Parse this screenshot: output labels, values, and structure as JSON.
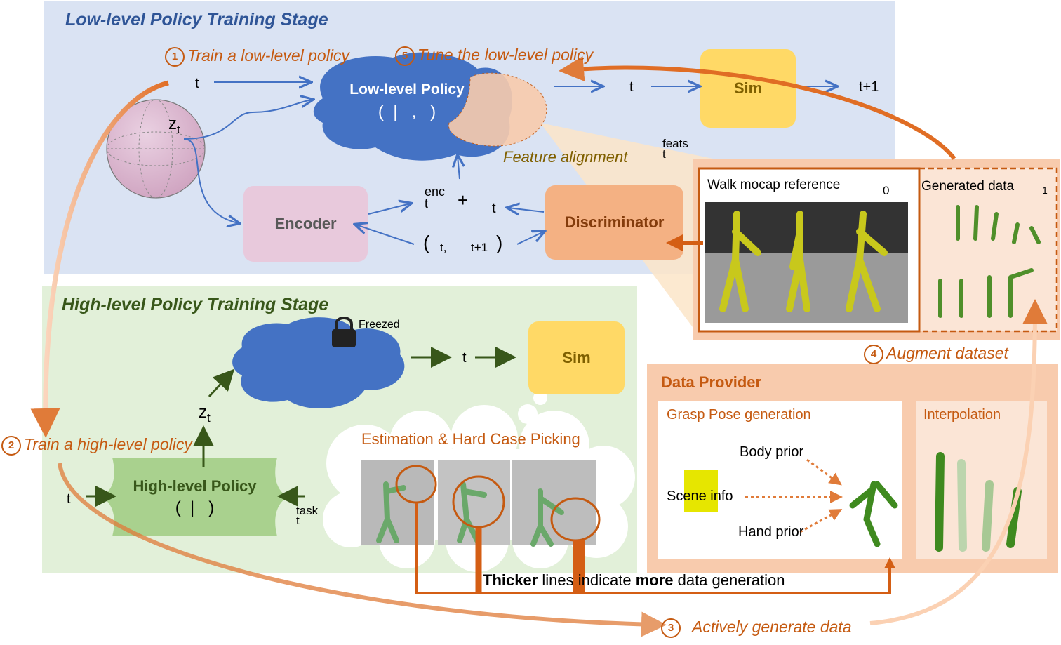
{
  "low_stage": {
    "title": "Low-level Policy Training Stage",
    "color": "#2f5597"
  },
  "high_stage": {
    "title": "High-level Policy Training Stage",
    "color": "#38571a"
  },
  "steps": {
    "s1": {
      "num": "1",
      "label": "Train a low-level policy"
    },
    "s2": {
      "num": "2",
      "label": "Train a high-level policy"
    },
    "s3": {
      "num": "3",
      "label": "Actively generate data"
    },
    "s4": {
      "num": "4",
      "label": "Augment dataset"
    },
    "s5": {
      "num": "5",
      "label": "Tune the low-level policy"
    }
  },
  "low": {
    "policy_title": "Low-level Policy",
    "policy_args": "(  |   ,   )",
    "sim": "Sim",
    "encoder": "Encoder",
    "discriminator": "Discriminator",
    "feature_alignment": "Feature alignment",
    "latent": "z",
    "latent_sub": "t",
    "t_in": "t",
    "t_out": "t",
    "t_next": "t+1",
    "feats_sup": "feats",
    "feats_sub": "t",
    "enc_sup": "enc",
    "enc_sub": "t",
    "plus": "+",
    "plus_t": "t",
    "pair_open": "(",
    "pair_t": "t,",
    "pair_t1": "t+1",
    "pair_close": ")"
  },
  "mocap": {
    "walk_label": "Walk mocap reference",
    "walk_idx": "0",
    "gen_label": "Generated data",
    "gen_idx": "1"
  },
  "high": {
    "policy_title": "High-level Policy",
    "policy_args": "(  |   )",
    "freezed": "Freezed",
    "sim": "Sim",
    "t_in": "t",
    "t_mid": "t",
    "latent": "z",
    "latent_sub": "t",
    "task_sup": "task",
    "task_sub": "t",
    "estimation": "Estimation & Hard Case Picking"
  },
  "provider": {
    "title": "Data Provider",
    "grasp": "Grasp Pose generation",
    "interp": "Interpolation",
    "body_prior": "Body prior",
    "scene_info": "Scene info",
    "hand_prior": "Hand prior"
  },
  "caption": {
    "bold1": "Thicker",
    "mid": " lines indicate ",
    "bold2": "more",
    "end": " data generation"
  },
  "colors": {
    "accent": "#c55a11",
    "blue_arrow": "#4472c4",
    "green_arrow": "#38571a",
    "policy_blue": "#4472c4",
    "sim_yellow": "#ffd966",
    "encoder_pink": "#e8c9dc",
    "disc_orange": "#f4b183",
    "high_green": "#a9d18e"
  }
}
